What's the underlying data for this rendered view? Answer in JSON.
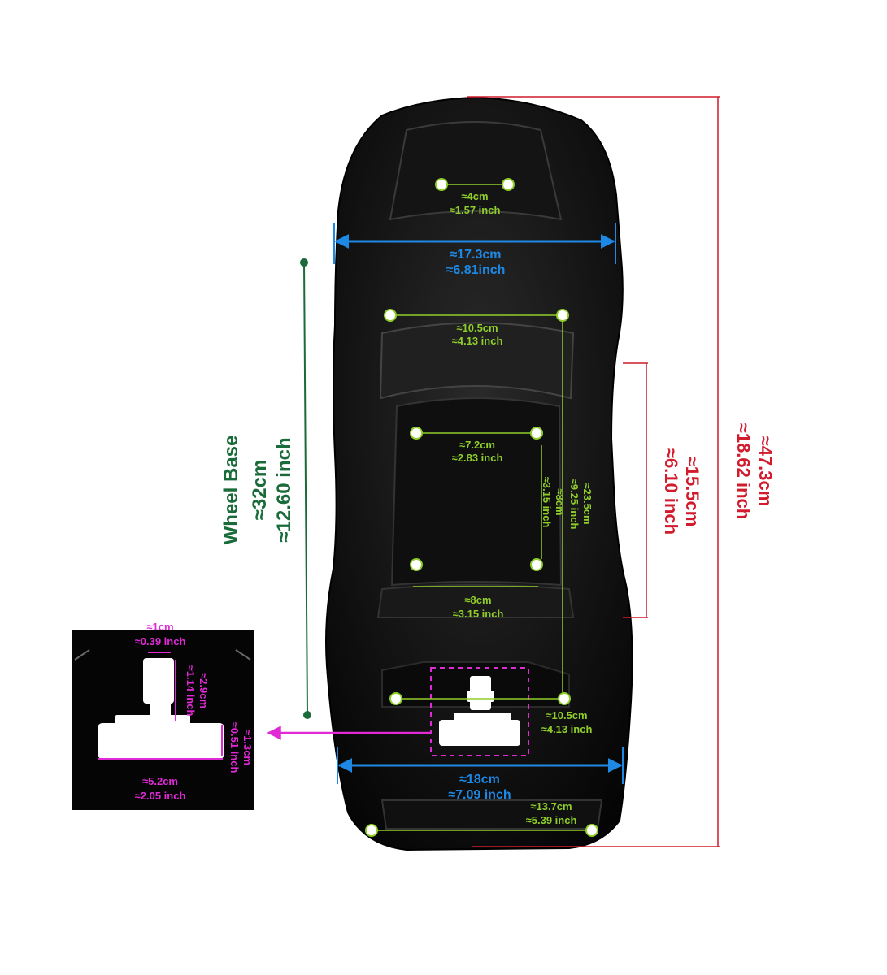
{
  "colors": {
    "green": "#8fce2a",
    "blue": "#1e88e5",
    "red": "#d01c2c",
    "dark_green": "#1a6b3a",
    "magenta": "#e02ad6",
    "body": "#0c0c0c"
  },
  "icons": {
    "mount_hole": "white-dot-icon"
  },
  "dimensions": {
    "rear_holes": {
      "cm": "≈4cm",
      "inch": "≈1.57 inch"
    },
    "front_width": {
      "cm": "≈17.3cm",
      "inch": "≈6.81inch"
    },
    "upper_holes": {
      "cm": "≈10.5cm",
      "inch": "≈4.13 inch"
    },
    "middle_holes": {
      "cm": "≈7.2cm",
      "inch": "≈2.83 inch"
    },
    "middle_vertical": {
      "cm": "≈8cm",
      "inch": "≈3.15 inch"
    },
    "long_vertical": {
      "cm": "≈23.5cm",
      "inch": "≈9.25 inch"
    },
    "lower_holes": {
      "cm": "≈8cm",
      "inch": "≈3.15 inch"
    },
    "bottom_holes": {
      "cm": "≈10.5cm",
      "inch": "≈4.13 inch"
    },
    "rear_width": {
      "cm": "≈18cm",
      "inch": "≈7.09 inch"
    },
    "tail_holes": {
      "cm": "≈13.7cm",
      "inch": "≈5.39 inch"
    },
    "wheel_base": {
      "title": "Wheel Base",
      "cm": "≈32cm",
      "inch": "≈12.60 inch"
    },
    "cab_length": {
      "cm": "≈15.5cm",
      "inch": "≈6.10 inch"
    },
    "total_length": {
      "cm": "≈47.3cm",
      "inch": "≈18.62 inch"
    }
  },
  "inset": {
    "slot_width": {
      "cm": "≈1cm",
      "inch": "≈0.39 inch"
    },
    "slot_height": {
      "cm": "≈2.9cm",
      "inch": "≈1.14 inch"
    },
    "bar_height": {
      "cm": "≈1.3cm",
      "inch": "≈0.51 inch"
    },
    "bar_width": {
      "cm": "≈5.2cm",
      "inch": "≈2.05 inch"
    }
  }
}
